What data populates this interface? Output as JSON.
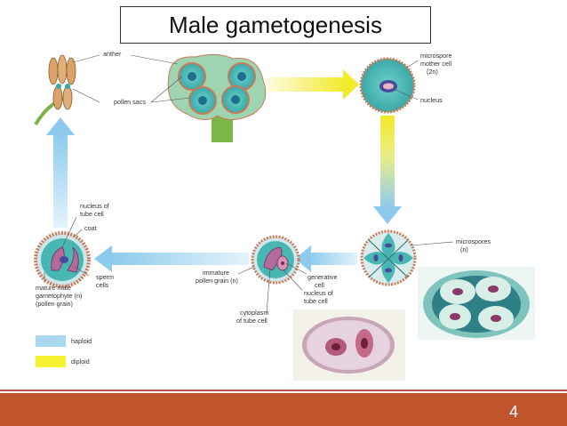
{
  "slide": {
    "title": "Male gametogenesis",
    "page_number": "4"
  },
  "labels": {
    "anther": "anther",
    "pollen_sacs": "pollen sacs",
    "microspore_mother_cell_line1": "microspore",
    "microspore_mother_cell_line2": "mother cell",
    "microspore_mother_cell_line3": "(2n)",
    "nucleus": "nucleus",
    "microspores_line1": "microspores",
    "microspores_line2": "(n)",
    "generative_cell_line1": "generative",
    "generative_cell_line2": "cell",
    "nucleus_tube_cell_line1": "nucleus of",
    "nucleus_tube_cell_line2": "tube cell",
    "immature_pollen_line1": "immature",
    "immature_pollen_line2": "pollen grain (n)",
    "cytoplasm_line1": "cytoplasm",
    "cytoplasm_line2": "of tube cell",
    "nucleus_of_tube_cell_line1": "nucleus of",
    "nucleus_of_tube_cell_line2": "tube cell",
    "coat": "coat",
    "sperm_cells_line1": "sperm",
    "sperm_cells_line2": "cells",
    "mature_line1": "mature male",
    "mature_line2": "gametophyte (n)",
    "mature_line3": "(pollen grain)"
  },
  "legend": [
    {
      "label": "haploid",
      "color": "#a9d8f0"
    },
    {
      "label": "diploid",
      "color": "#f5f032"
    }
  ],
  "colors": {
    "footer": "#c0542a",
    "haploid_arrow": "#8ccbee",
    "diploid_arrow": "#f2ea2a",
    "cell_fill": "#48b7b4",
    "cell_rim": "#c97a5a"
  }
}
